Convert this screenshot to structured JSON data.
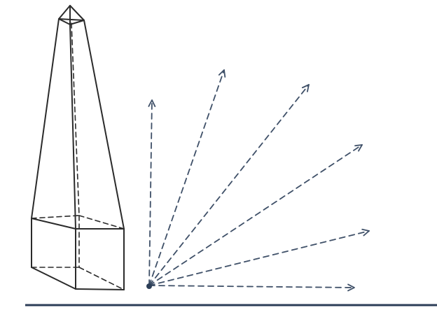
{
  "colors": {
    "outline": "#2b2b2b",
    "ray": "#3f5068",
    "ground": "#2c3e57",
    "background": "#ffffff"
  },
  "figure": {
    "objects": [
      "obelisk",
      "ground-line",
      "source-point"
    ],
    "rays": {
      "count": 6,
      "style": "dashed-arrow",
      "directions_deg": [
        90,
        68,
        50,
        33,
        17,
        0
      ]
    }
  }
}
